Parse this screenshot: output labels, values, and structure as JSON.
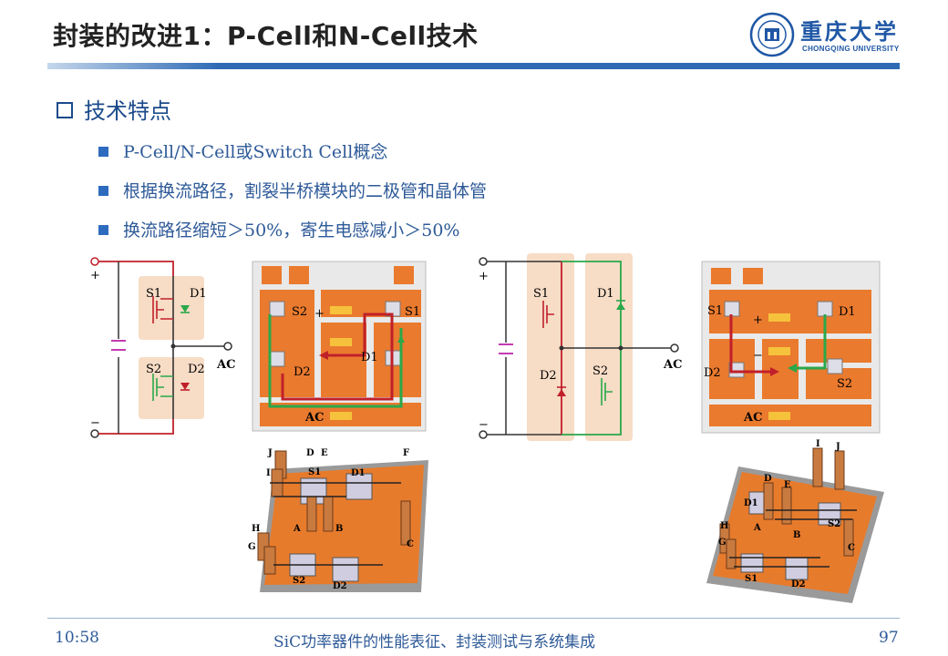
{
  "header": {
    "title": "封装的改进1：P-Cell和N-Cell技术",
    "logo_name": "重庆大学",
    "logo_sub": "CHONGQING UNIVERSITY"
  },
  "section": {
    "heading": "技术特点"
  },
  "bullets": [
    "P-Cell/N-Cell或Switch Cell概念",
    "根据换流路径，割裂半桥模块的二极管和晶体管",
    "换流路径缩短＞50%，寄生电感减小＞50%"
  ],
  "figures": {
    "left_schematic": {
      "plus": "+",
      "minus": "−",
      "s1": "S1",
      "d1": "D1",
      "s2": "S2",
      "d2": "D2",
      "ac": "AC"
    },
    "left_layout": {
      "s1": "S1",
      "s2": "S2",
      "d1": "D1",
      "d2": "D2",
      "plus": "+",
      "ac": "AC"
    },
    "left_3d": {
      "j": "J",
      "i": "I",
      "d": "D",
      "e": "E",
      "f": "F",
      "s1": "S1",
      "d1": "D1",
      "a": "A",
      "b": "B",
      "c": "C",
      "h": "H",
      "g": "G",
      "s2": "S2",
      "d2": "D2"
    },
    "right_schematic": {
      "plus": "+",
      "minus": "−",
      "s1": "S1",
      "d1": "D1",
      "s2": "S2",
      "d2": "D2",
      "ac": "AC"
    },
    "right_layout": {
      "s1": "S1",
      "s2": "S2",
      "d1": "D1",
      "d2": "D2",
      "plus": "+",
      "minus": "−",
      "ac": "AC"
    },
    "right_3d": {
      "i": "I",
      "j": "J",
      "d": "D",
      "e": "E",
      "d1": "D1",
      "s2": "S2",
      "a": "A",
      "b": "B",
      "c": "C",
      "h": "H",
      "g": "G",
      "s1": "S1",
      "d2": "D2"
    }
  },
  "footer": {
    "time": "10:58",
    "center": "SiC功率器件的性能表征、封装测试与系统集成",
    "page": "97"
  },
  "colors": {
    "accent": "#2f6bb5",
    "copper": "#ea7a2e",
    "pad": "#f6c23c",
    "red_path": "#c0202a",
    "green_path": "#2aa84a"
  }
}
